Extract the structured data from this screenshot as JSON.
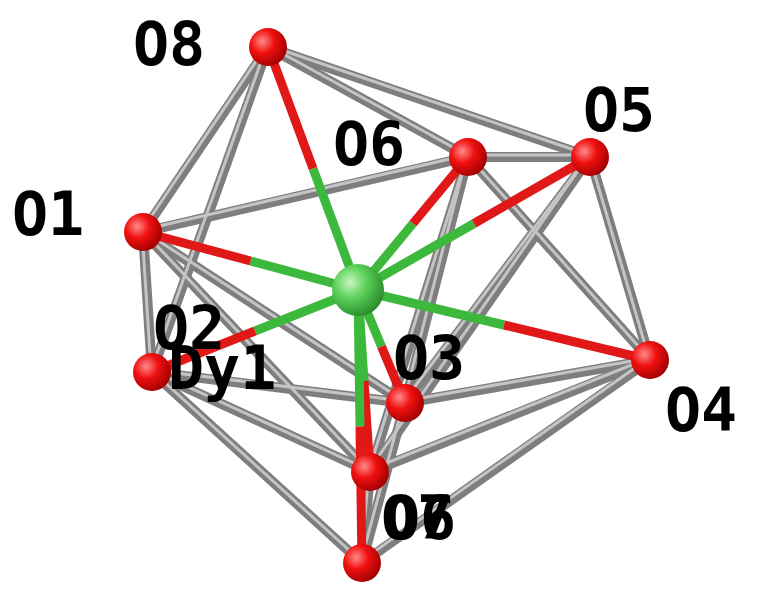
{
  "diagram": {
    "labels": [
      "O8",
      "O6",
      "O5",
      "O1",
      "O2",
      "Dy1",
      "O3",
      "O4",
      "O7",
      "O6"
    ]
  }
}
